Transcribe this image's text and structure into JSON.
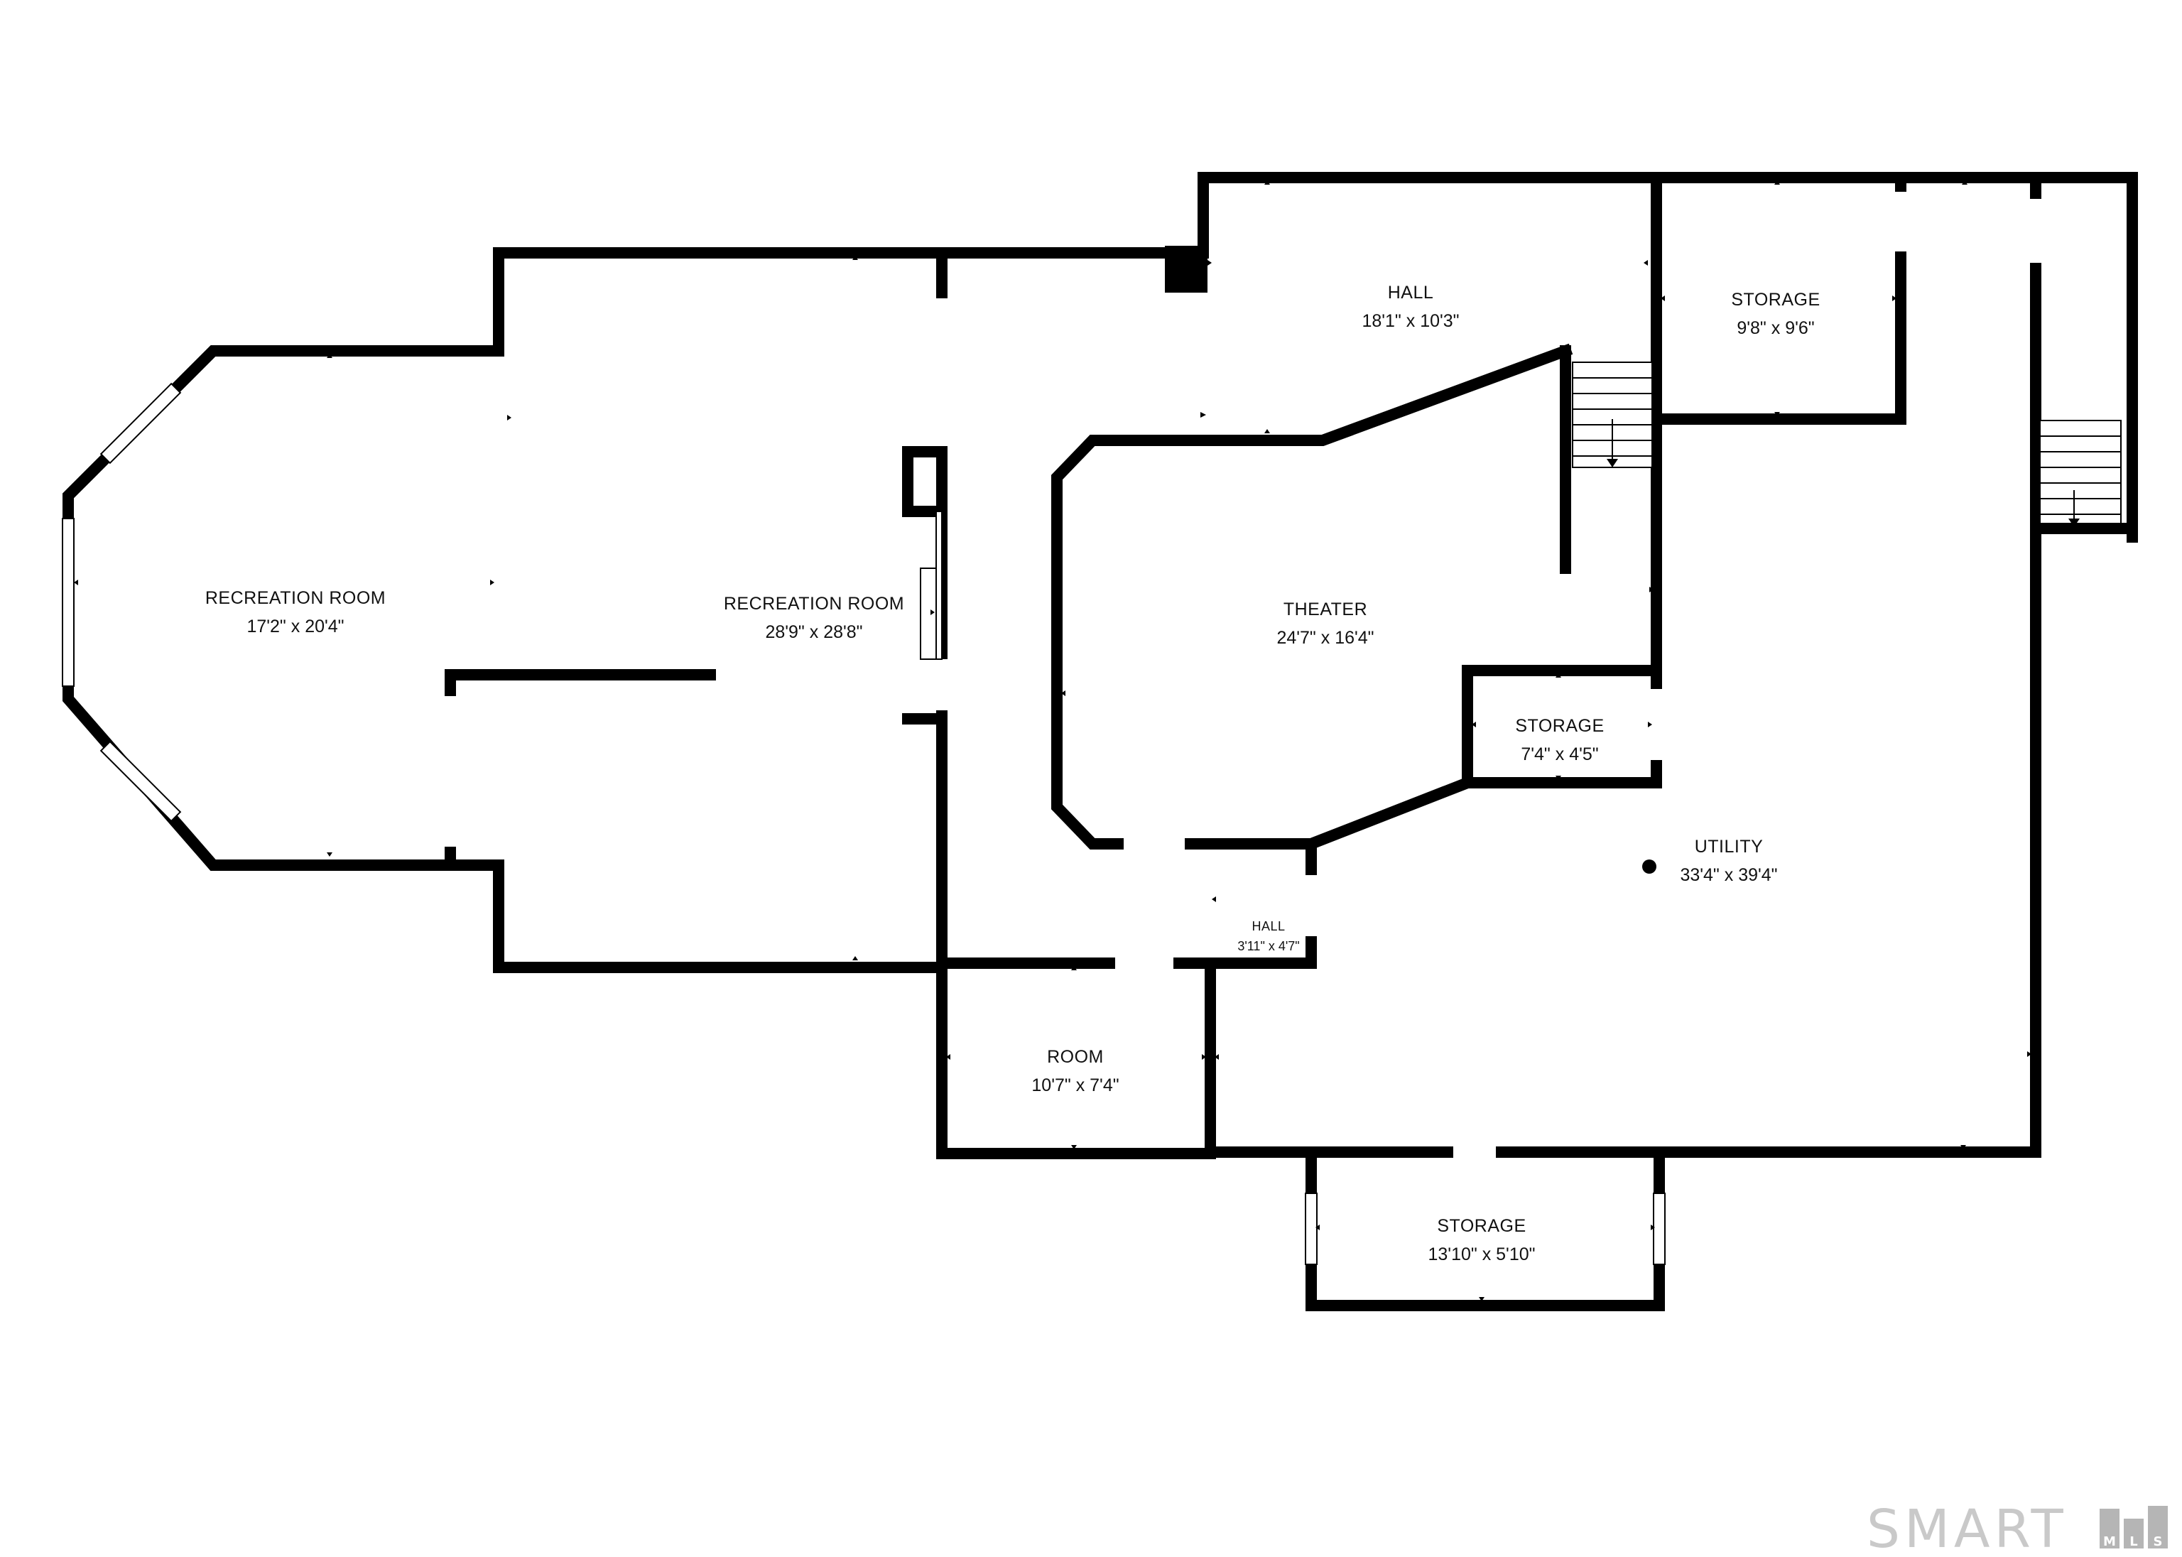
{
  "rooms": [
    {
      "id": "rec1",
      "name": "RECREATION ROOM",
      "dims": "17'2\" x 20'4\""
    },
    {
      "id": "rec2",
      "name": "RECREATION ROOM",
      "dims": "28'9\" x 28'8\""
    },
    {
      "id": "hall_top",
      "name": "HALL",
      "dims": "18'1\" x 10'3\""
    },
    {
      "id": "storage_top",
      "name": "STORAGE",
      "dims": "9'8\" x 9'6\""
    },
    {
      "id": "theater",
      "name": "THEATER",
      "dims": "24'7\" x 16'4\""
    },
    {
      "id": "storage_mid",
      "name": "STORAGE",
      "dims": "7'4\" x 4'5\""
    },
    {
      "id": "utility",
      "name": "UTILITY",
      "dims": "33'4\" x 39'4\""
    },
    {
      "id": "hall_small",
      "name": "HALL",
      "dims": "3'11\" x 4'7\""
    },
    {
      "id": "room",
      "name": "ROOM",
      "dims": "10'7\" x 7'4\""
    },
    {
      "id": "storage_bottom",
      "name": "STORAGE",
      "dims": "13'10\" x 5'10\""
    }
  ],
  "logo": {
    "text": "SMART",
    "letters": [
      "M",
      "L",
      "S"
    ]
  },
  "colors": {
    "wall": "#000000",
    "background": "#ffffff",
    "logo": "#c9c9c9"
  }
}
